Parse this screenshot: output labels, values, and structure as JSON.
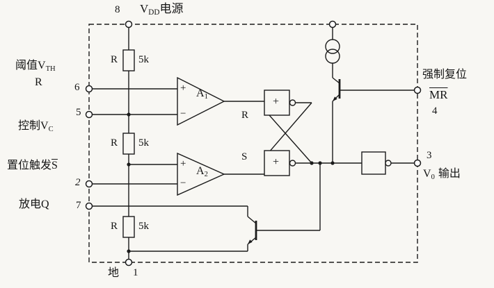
{
  "pins": {
    "p8": "8",
    "p6": "6",
    "p5": "5",
    "p2": "2",
    "p7": "7",
    "p1": "1",
    "p4": "4",
    "p3": "3"
  },
  "labels": {
    "vdd": {
      "base": "V",
      "sub": "DD",
      "rest": "电源"
    },
    "threshold": {
      "base": "阈值V",
      "sub": "TH"
    },
    "threshold_r": "R",
    "control": {
      "base": "控制V",
      "sub": "C"
    },
    "trigger": {
      "base": "置位触发",
      "over": "S"
    },
    "discharge": "放电Q",
    "ground": "地",
    "reset_title": "强制复位",
    "reset_pin": {
      "over": "MR"
    },
    "output": {
      "base": "V",
      "sub": "0",
      "rest": "输出"
    }
  },
  "components": {
    "r1": {
      "label": "R",
      "value": "5k"
    },
    "r2": {
      "label": "R",
      "value": "5k"
    },
    "r3": {
      "label": "R",
      "value": "5k"
    },
    "a1": {
      "label": "A",
      "sub": "1",
      "plus": "+",
      "minus": "−"
    },
    "a2": {
      "label": "A",
      "sub": "2",
      "plus": "+",
      "minus": "−"
    },
    "flipflop": {
      "r_label": "R",
      "s_label": "S",
      "top_gate": "+",
      "bottom_gate": "+"
    }
  }
}
